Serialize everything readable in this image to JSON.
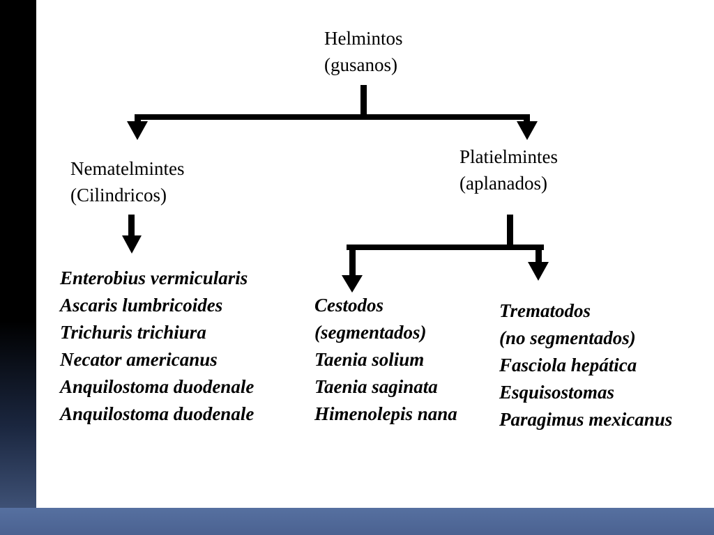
{
  "root": {
    "line1": "Helmintos",
    "line2": "(gusanos)"
  },
  "branches": {
    "nematelmintes": {
      "line1": "Nematelmintes",
      "line2": "(Cilindricos)"
    },
    "platielmintes": {
      "line1": "Platielmintes",
      "line2": "(aplanados)"
    }
  },
  "lists": {
    "nematelmintes": [
      "Enterobius vermicularis",
      "Ascaris lumbricoides",
      "Trichuris trichiura",
      "Necator americanus",
      "Anquilostoma duodenale",
      "Anquilostoma duodenale"
    ],
    "cestodos": [
      "Cestodos",
      "(segmentados)",
      "Taenia solium",
      "Taenia saginata",
      "Himenolepis nana"
    ],
    "trematodos": [
      "Trematodos",
      "(no segmentados)",
      "Fasciola hepática",
      "Esquisostomas",
      "Paragimus mexicanus"
    ]
  },
  "colors": {
    "background": "#000000",
    "slide": "#ffffff",
    "band": "#4b6291",
    "ink": "#000000"
  }
}
